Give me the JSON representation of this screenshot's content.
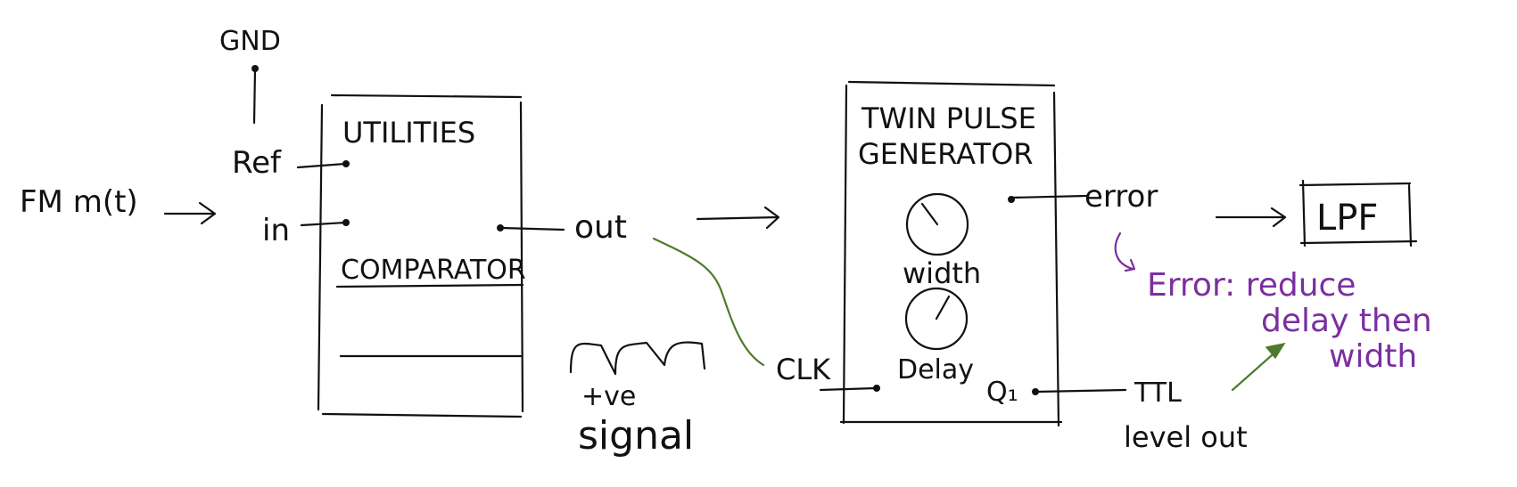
{
  "colors": {
    "ink": "#111111",
    "annotation_purple": "#7b2fa0",
    "annotation_green": "#4f7a2c"
  },
  "labels": {
    "gnd": "GND",
    "input_signal": "FM m(t)",
    "ref": "Ref",
    "in": "in",
    "out": "out",
    "clk": "CLK",
    "error_port": "error",
    "q1": "Q₁",
    "ttl_line1": "TTL",
    "ttl_line2": "level out"
  },
  "utilities_module": {
    "title": "UTILITIES",
    "section": "COMPARATOR"
  },
  "pulse_generator_module": {
    "title_line1": "TWIN PULSE",
    "title_line2": "GENERATOR",
    "knob_width": "width",
    "knob_delay": "Delay"
  },
  "lpf": {
    "label": "LPF"
  },
  "signal_note": {
    "line1": "+ve",
    "line2": "signal"
  },
  "error_note": {
    "line1": "Error: reduce",
    "line2": "delay then",
    "line3": "width"
  }
}
